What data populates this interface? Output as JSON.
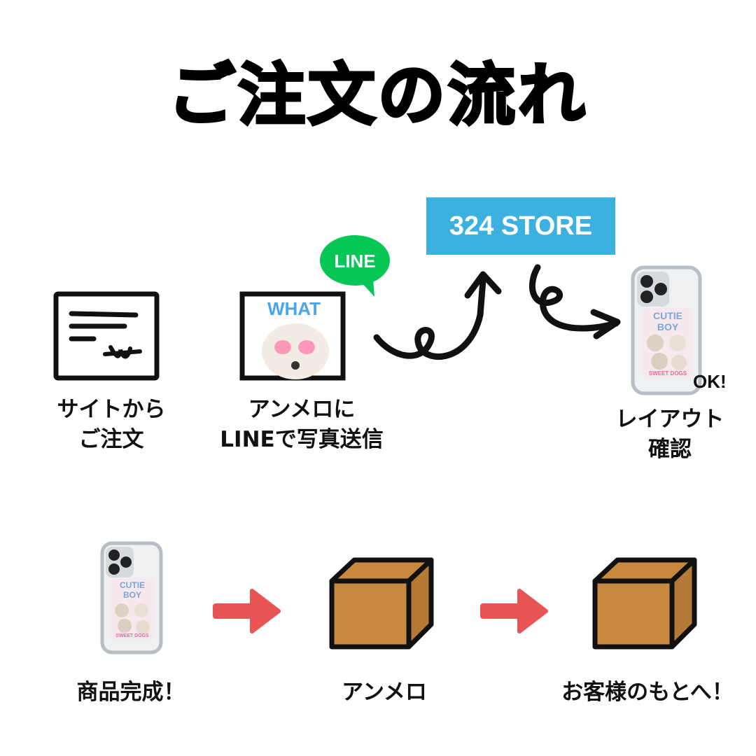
{
  "title": "ご注文の流れ",
  "steps": {
    "order": {
      "label_line1": "サイトから",
      "label_line2": "ご注文",
      "icon": "order-form-icon"
    },
    "send_photo": {
      "label_line1": "アンメロに",
      "label_line2": "LINEで写真送信",
      "icon": "photo-frame-icon",
      "photo_text": "WHAT"
    },
    "layout": {
      "label_line1": "レイアウト",
      "label_line2": "確認",
      "ok_text": "OK!",
      "icon": "phone-case-icon"
    }
  },
  "line_badge": {
    "text": "LINE",
    "color": "#06c755"
  },
  "store_badge": {
    "text": "324 STORE",
    "color": "#3bb1df"
  },
  "phone_case_print": {
    "line1": "CUTIE",
    "line2": "BOY",
    "line3": "SWEET DOGS"
  },
  "bottom_steps": [
    {
      "label": "商品完成！",
      "icon": "phone-case-icon"
    },
    {
      "label": "アンメロ",
      "icon": "box-icon"
    },
    {
      "label": "お客様のもとへ！",
      "icon": "box-icon"
    }
  ],
  "colors": {
    "arrow_red": "#e85454",
    "box_brown": "#c8893f"
  }
}
